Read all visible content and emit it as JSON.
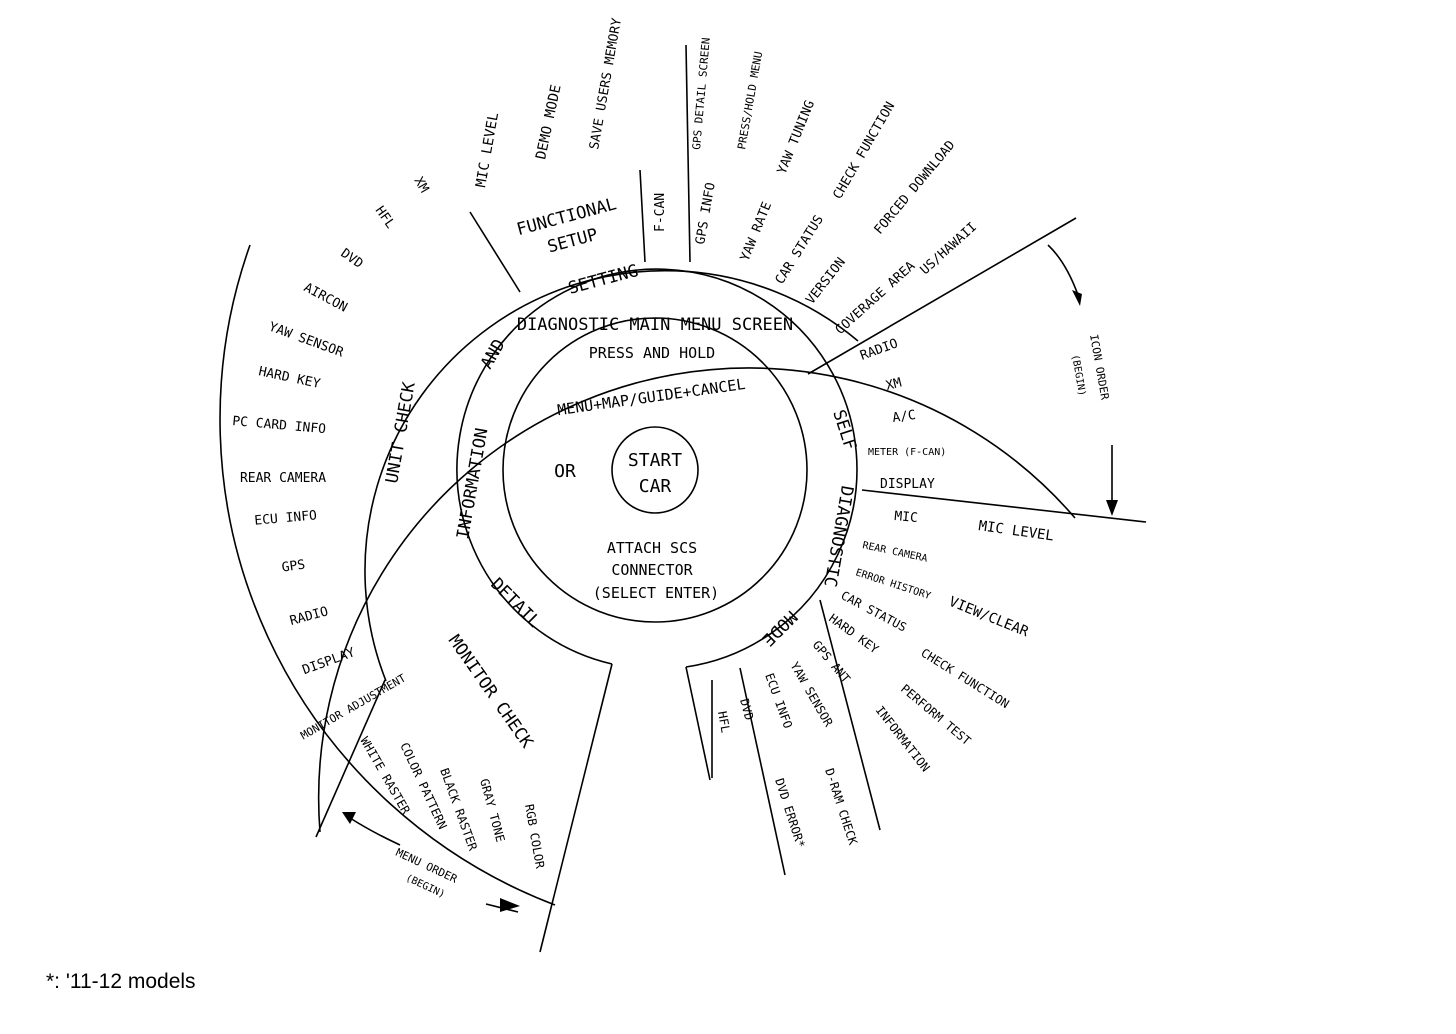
{
  "center": {
    "start_line1": "START",
    "start_line2": "CAR",
    "or": "OR",
    "press_line1": "PRESS AND HOLD",
    "press_line2": "MENU+MAP/GUIDE+CANCEL",
    "attach_line1": "ATTACH SCS",
    "attach_line2": "CONNECTOR",
    "attach_line3": "(SELECT ENTER)"
  },
  "ring_labels": {
    "setting": "SETTING",
    "diagnostic_main_menu": "DIAGNOSTIC MAIN MENU SCREEN",
    "and": "AND",
    "information": "INFORMATION",
    "detail": "DETAIL",
    "self": "SELF",
    "diagnostic": "DIAGNOSTIC",
    "mode": "MODE"
  },
  "groups": {
    "functional_setup": [
      "FUNCTIONAL",
      "SETUP"
    ],
    "unit_check": "UNIT CHECK",
    "monitor_check": "MONITOR CHECK"
  },
  "functional_setup_items": [
    "HFL",
    "XM",
    "MIC LEVEL",
    "DEMO MODE",
    "SAVE USERS MEMORY"
  ],
  "fcan_items": [
    "F-CAN",
    "GPS INFO",
    "YAW RATE",
    "CAR STATUS",
    "VERSION",
    "COVERAGE AREA"
  ],
  "fcan_outer_items": [
    "GPS DETAIL SCREEN",
    "PRESS/HOLD MENU",
    "YAW TUNING",
    "CHECK FUNCTION",
    "FORCED DOWNLOAD",
    "US/HAWAII"
  ],
  "unit_check_items": [
    "DVD",
    "AIRCON",
    "YAW SENSOR",
    "HARD KEY",
    "PC CARD INFO",
    "REAR CAMERA",
    "ECU INFO",
    "GPS",
    "RADIO",
    "DISPLAY",
    "MONITOR ADJUSTMENT"
  ],
  "monitor_check_items": [
    "WHITE RASTER",
    "COLOR PATTERN",
    "BLACK RASTER",
    "GRAY TONE",
    "RGB COLOR"
  ],
  "self_diag_items": [
    "RADIO",
    "XM",
    "A/C",
    "METER (F-CAN)",
    "DISPLAY",
    "MIC",
    "REAR CAMERA",
    "ERROR HISTORY",
    "CAR STATUS",
    "HARD KEY",
    "GPS ANT",
    "YAW SENSOR",
    "ECU INFO",
    "DVD",
    "HFL"
  ],
  "self_diag_outer": {
    "mic_level": "MIC LEVEL",
    "view_clear": "VIEW/CLEAR",
    "check_function": "CHECK FUNCTION",
    "perform_test": "PERFORM TEST",
    "information": "INFORMATION",
    "dram_check": "D-RAM CHECK",
    "dvd_error": "DVD ERROR*"
  },
  "annotations": {
    "icon_order": [
      "ICON ORDER",
      "(BEGIN)"
    ],
    "menu_order": [
      "MENU ORDER",
      "(BEGIN)"
    ]
  },
  "footnote": "*: '11-12 models"
}
